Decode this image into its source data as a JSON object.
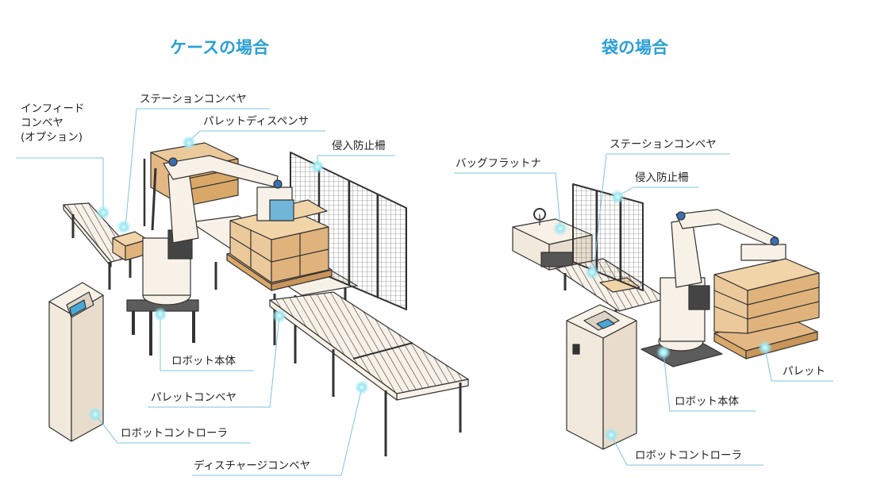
{
  "case_title": "ケースの場合",
  "bag_title": "袋の場合",
  "case_labels": {
    "infeed_line1": "インフィード",
    "infeed_line2": "コンベヤ",
    "infeed_line3": "(オプション)",
    "station_conveyor": "ステーションコンベヤ",
    "pallet_dispenser": "パレットディスペンサ",
    "safety_fence": "侵入防止柵",
    "robot_body": "ロボット本体",
    "pallet_conveyor": "パレットコンベヤ",
    "robot_controller": "ロボットコントローラ",
    "discharge_conveyor": "ディスチャージコンベヤ"
  },
  "bag_labels": {
    "bag_flattener": "バッグフラットナ",
    "station_conveyor": "ステーションコンベヤ",
    "safety_fence": "侵入防止柵",
    "pallet": "パレット",
    "robot_body": "ロボット本体",
    "robot_controller": "ロボットコントローラ"
  },
  "colors": {
    "title": "#2a9fd6",
    "leader_line": "#7cc4e2",
    "marker": "#9be6f2",
    "machine_body": "#f7f1e7",
    "outline": "#333333",
    "cardboard": "#ecc99a",
    "pallet_wood": "#e4b884",
    "bag": "#f1d4a8",
    "fence": "#444444",
    "robot_base": "#5c5c5c",
    "screen": "#4aa8d8"
  }
}
